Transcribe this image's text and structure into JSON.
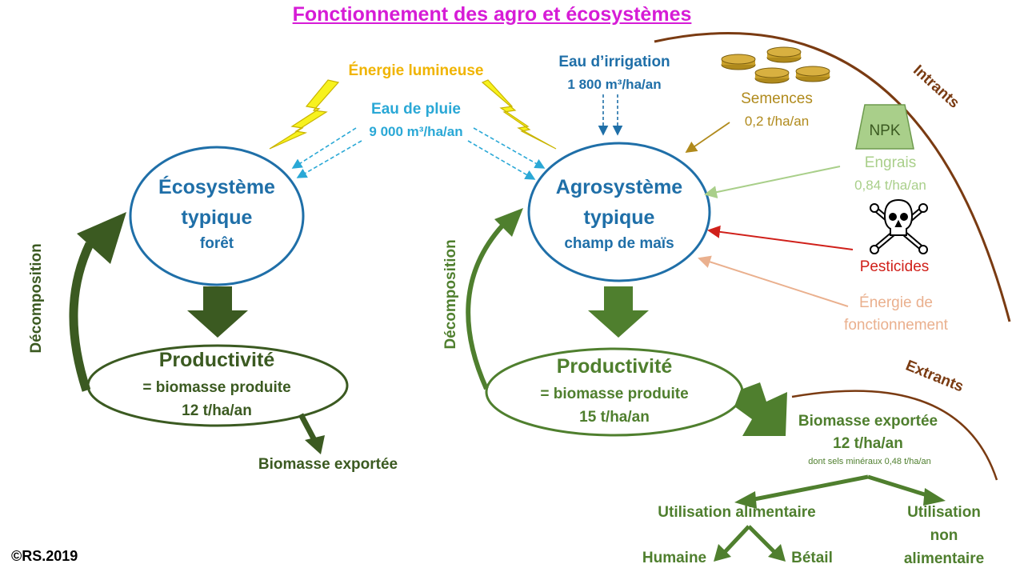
{
  "title": "Fonctionnement des agro et écosystèmes",
  "energy": {
    "label": "Énergie lumineuse"
  },
  "rain": {
    "label": "Eau de pluie",
    "value": "9 000 m³/ha/an"
  },
  "irrigation": {
    "label": "Eau d’irrigation",
    "value": "1 800 m³/ha/an"
  },
  "ecosystem": {
    "line1": "Écosystème",
    "line2": "typique",
    "subtitle": "forêt",
    "decomposition": "Décomposition",
    "productivity": "Productivité",
    "biomass_line": "= biomasse produite",
    "biomass_value": "12 t/ha/an",
    "exported": "Biomasse exportée"
  },
  "agrosystem": {
    "line1": "Agrosystème",
    "line2": "typique",
    "subtitle": "champ de maïs",
    "decomposition": "Décomposition",
    "productivity": "Productivité",
    "biomass_line": "= biomasse produite",
    "biomass_value": "15 t/ha/an"
  },
  "inputs": {
    "heading": "Intrants",
    "seeds": {
      "label": "Semences",
      "value": "0,2 t/ha/an"
    },
    "fertilizer": {
      "box": "NPK",
      "label": "Engrais",
      "value": "0,84 t/ha/an"
    },
    "pesticides": {
      "label": "Pesticides"
    },
    "energy": {
      "line1": "Énergie de",
      "line2": "fonctionnement"
    }
  },
  "outputs": {
    "heading": "Extrants",
    "exported": "Biomasse exportée",
    "exported_value": "12 t/ha/an",
    "minerals": "dont sels minéraux  0,48 t/ha/an",
    "food_use": "Utilisation alimentaire",
    "nonfood_line1": "Utilisation",
    "nonfood_line2": "non",
    "nonfood_line3": "alimentaire",
    "human": "Humaine",
    "livestock": "Bétail"
  },
  "copyright": "©RS.2019",
  "colors": {
    "title": "#d61cd6",
    "ecosystem_blue": "#1f6fa8",
    "dark_green": "#3b5a21",
    "medium_green": "#4f7f2e",
    "rain_blue": "#2aa8d6",
    "sun_yellow": "#f0b400",
    "brown": "#7a3b12",
    "seed_gold": "#b08a1c",
    "fertilizer_green": "#a9cf8a",
    "pesticide_red": "#d0201a",
    "energy_peach": "#eab08e"
  },
  "icons": [
    "lightning-icon",
    "seed-disc-icon",
    "npk-trapezoid-icon",
    "skull-crossbones-icon"
  ]
}
